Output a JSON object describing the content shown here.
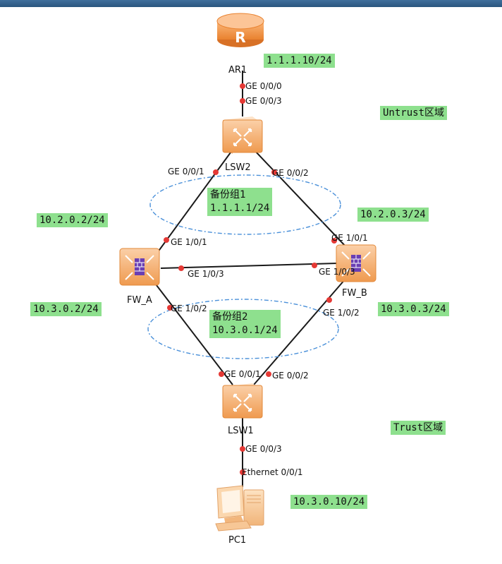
{
  "devices": {
    "ar1": "AR1",
    "lsw2": "LSW2",
    "fw_a": "FW_A",
    "fw_b": "FW_B",
    "lsw1": "LSW1",
    "pc1": "PC1"
  },
  "ports": {
    "ar1_ge000": "GE 0/0/0",
    "lsw2_ge003": "GE 0/0/3",
    "lsw2_ge001": "GE 0/0/1",
    "lsw2_ge002": "GE 0/0/2",
    "fwa_ge101": "GE 1/0/1",
    "fwa_ge103": "GE 1/0/3",
    "fwa_ge102": "GE 1/0/2",
    "fwb_ge101": "GE 1/0/1",
    "fwb_ge103": "GE 1/0/3",
    "fwb_ge102": "GE 1/0/2",
    "lsw1_ge001": "GE 0/0/1",
    "lsw1_ge002": "GE 0/0/2",
    "lsw1_ge003": "GE 0/0/3",
    "pc1_eth001": "Ethernet 0/0/1"
  },
  "labels": {
    "ar1_ip": "1.1.1.10/24",
    "untrust_zone": "Untrust区域",
    "fwa_up_ip": "10.2.0.2/24",
    "fwb_up_ip": "10.2.0.3/24",
    "fwa_down_ip": "10.3.0.2/24",
    "fwb_down_ip": "10.3.0.3/24",
    "trust_zone": "Trust区域",
    "pc1_ip": "10.3.0.10/24"
  },
  "backup_groups": {
    "group1_name": "备份组1",
    "group1_vip": "1.1.1.1/24",
    "group2_name": "备份组2",
    "group2_vip": "10.3.0.1/24"
  },
  "colors": {
    "label_bg": "#8ee08e",
    "link": "#1a1a1a",
    "port_dot": "#e53935",
    "ellipse": "#4a90d9",
    "device_orange": "#f5a05a"
  }
}
